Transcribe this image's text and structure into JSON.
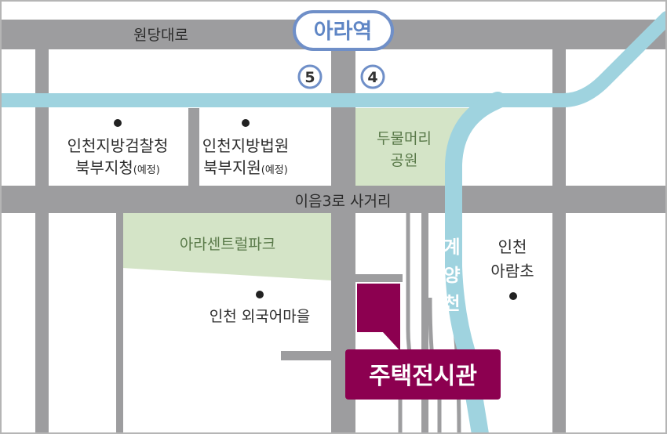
{
  "colors": {
    "road": "#9d9d9f",
    "stream": "#9fd3df",
    "park": "#d4e4c7",
    "park_text": "#5a7a4a",
    "target": "#8c0050",
    "station_ring": "#6f8fc8",
    "border": "#b5b5b5"
  },
  "station": {
    "name": "아라역",
    "exits": [
      "5",
      "4"
    ]
  },
  "roads": {
    "top": "원당대로",
    "middle": "이음3로 사거리"
  },
  "parks": {
    "north": {
      "line1": "두물머리",
      "line2": "공원"
    },
    "central": "아라센트럴파크"
  },
  "stream": {
    "chars": [
      "계",
      "양",
      "천"
    ]
  },
  "places": {
    "prosecutor": {
      "line1": "인천지방검찰청",
      "line2": "북부지청",
      "note": "(예정)"
    },
    "court": {
      "line1": "인천지방법원",
      "line2": "북부지원",
      "note": "(예정)"
    },
    "village": "인천 외국어마을",
    "school": {
      "line1": "인천",
      "line2": "아람초"
    }
  },
  "target": {
    "label": "주택전시관"
  }
}
